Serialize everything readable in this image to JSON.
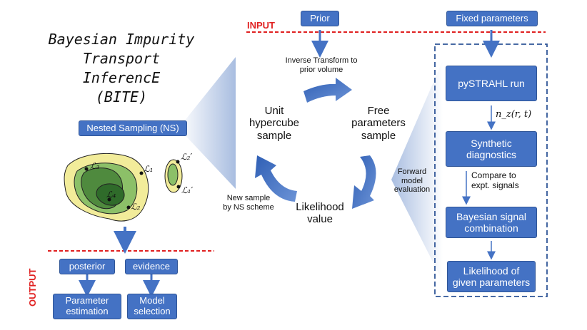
{
  "title": "Bayesian Impurity\nTransport InferencE\n(BITE)",
  "input_label": "INPUT",
  "output_label": "OUTPUT",
  "prior": "Prior",
  "fixed_parameters": "Fixed parameters",
  "inverse_transform": "Inverse Transform to\nprior volume",
  "unit_hypercube": "Unit\nhypercube\nsample",
  "free_parameters": "Free\nparameters\nsample",
  "likelihood_value": "Likelihood\nvalue",
  "new_sample": "New sample\nby NS scheme",
  "forward_model": "Forward\nmodel\nevaluation",
  "nested_sampling": "Nested Sampling (NS)",
  "pipeline": {
    "pystrahl": "pySTRAHL run",
    "nz": "n_z(r, t)",
    "synthetic": "Synthetic\ndiagnostics",
    "compare": "Compare to\nexpt. signals",
    "bayesian": "Bayesian signal\ncombination",
    "likelihood": "Likelihood of\ngiven parameters"
  },
  "contours": {
    "L1": "ℒ₁",
    "L2": "ℒ₂",
    "L3": "ℒ₃",
    "L4": "ℒ₄",
    "L1p": "ℒ₁′",
    "L2p": "ℒ₂′"
  },
  "outputs": {
    "posterior": "posterior",
    "evidence": "evidence",
    "parameter_estimation": "Parameter\nestimation",
    "model_selection": "Model\nselection"
  },
  "colors": {
    "box": "#4472c4",
    "dashed_red": "#e02020",
    "contour_outer": "#f2ec9a",
    "contour_mid": "#8cc068",
    "contour_inner": "#4f8a3e"
  }
}
